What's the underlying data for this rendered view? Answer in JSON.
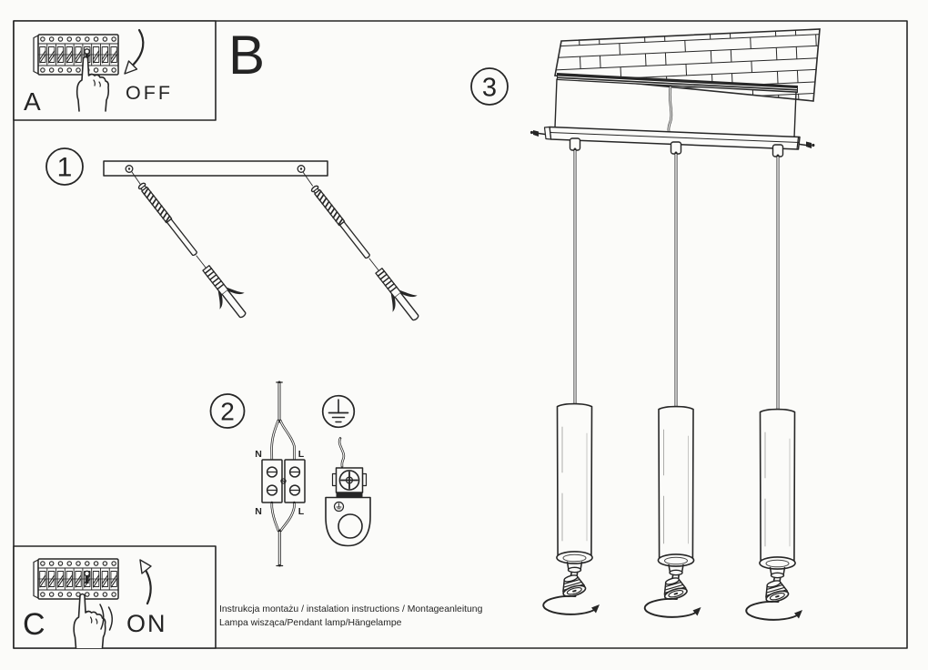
{
  "page": {
    "type": "installation instruction sheet",
    "colors": {
      "ink": "#262626",
      "paper": "#fbfbf9"
    }
  },
  "sections": {
    "breaker_off": {
      "label": "A",
      "action": "OFF"
    },
    "step_b": {
      "label": "B"
    },
    "breaker_on": {
      "label": "C",
      "action": "ON"
    },
    "steps": [
      {
        "number": "1"
      },
      {
        "number": "2"
      },
      {
        "number": "3"
      }
    ]
  },
  "wiring_labels": {
    "top_left": "N",
    "top_right": "L",
    "bottom_left": "N",
    "bottom_right": "L"
  },
  "footer": {
    "line1": "Instrukcja montażu / instalation instructions / Montageanleitung",
    "line2": "Lampa wisząca/Pendant lamp/Hängelampe"
  }
}
